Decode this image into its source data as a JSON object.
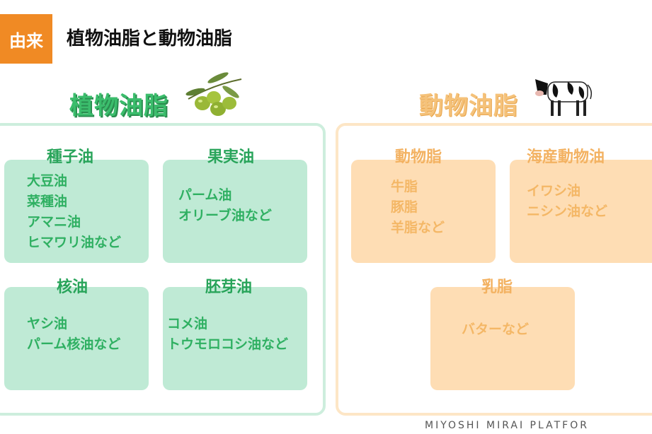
{
  "header": {
    "tag": "由来",
    "title": "植物油脂と動物油脂"
  },
  "plant": {
    "title": "植物油脂",
    "cards": [
      {
        "title": "種子油",
        "items": [
          "大豆油",
          "菜種油",
          "アマニ油",
          "ヒマワリ油など"
        ]
      },
      {
        "title": "果実油",
        "items": [
          "パーム油",
          "オリーブ油など"
        ]
      },
      {
        "title": "核油",
        "items": [
          "ヤシ油",
          "パーム核油など"
        ]
      },
      {
        "title": "胚芽油",
        "items": [
          "コメ油",
          "トウモロコシ油など"
        ]
      }
    ]
  },
  "animal": {
    "title": "動物油脂",
    "cards": [
      {
        "title": "動物脂",
        "items": [
          "牛脂",
          "豚脂",
          "羊脂など"
        ]
      },
      {
        "title": "海産動物油",
        "items": [
          "イワシ油",
          "ニシン油など"
        ]
      },
      {
        "title": "乳脂",
        "items": [
          "バターなど"
        ]
      }
    ]
  },
  "footer": {
    "brand": "MIYOSHI MIRAI PLATFOR"
  }
}
